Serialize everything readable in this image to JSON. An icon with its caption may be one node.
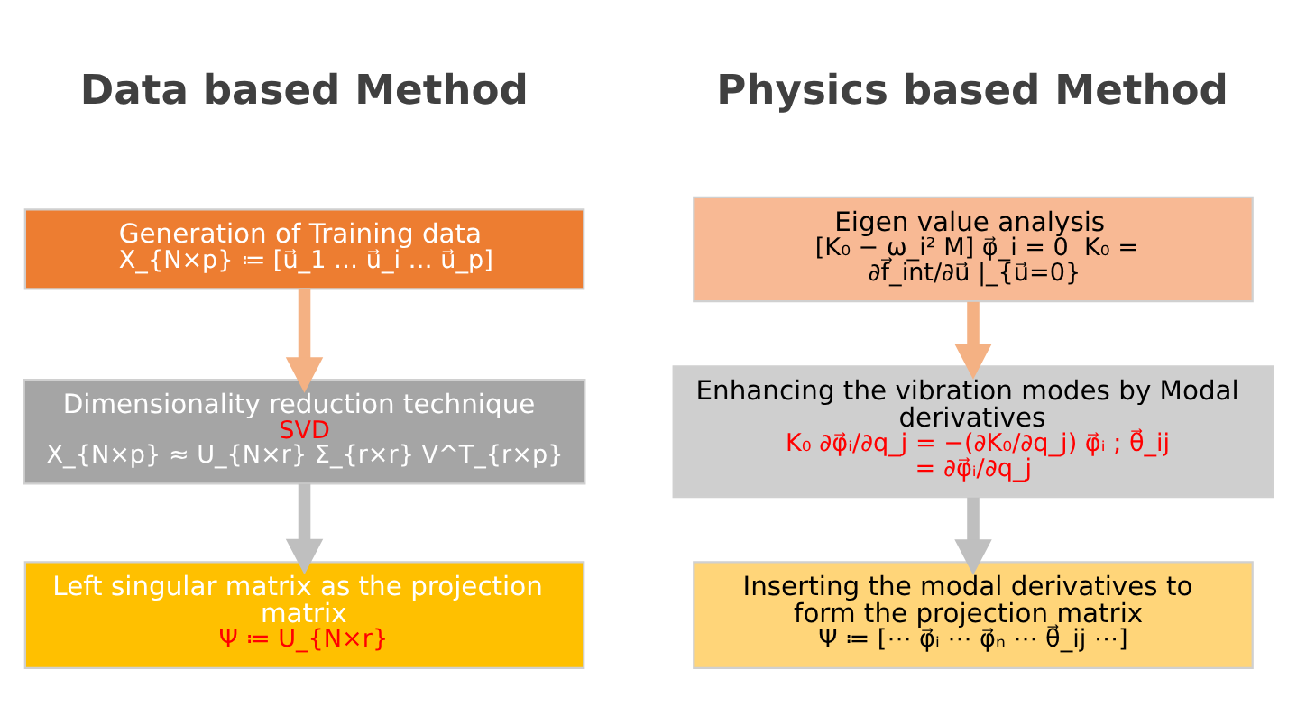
{
  "diagram": {
    "nodes": [
      {
        "text": [
          "Generation of Training data",
          "X_{N×p} ≔ [u⃗_1 … u⃗_i … u⃗_p]"
        ]
      },
      {
        "text": [
          "Dimensionality reduction technique",
          "SVD",
          "X_{N×p} ≈ U_{N×r} Σ_{r×r} V^T_{r×p}"
        ]
      },
      {
        "text": [
          "Left singular matrix as the projection matrix",
          "Ψ ≔ U_{N×r}"
        ]
      },
      {
        "text": [
          "Eigen value analysis",
          "[K₀ − ω_i² M] φ⃗_i = 0  K₀ = ∂f⃗_int/∂u⃗ |_{u⃗=0}"
        ]
      },
      {
        "text": [
          "Enhancing the vibration modes by Modal derivatives",
          "K₀ ∂φ⃗ᵢ/∂q_j = −(∂K₀/∂q_j) φ⃗ᵢ ; θ⃗_ij = ∂φ⃗ᵢ/∂q_j"
        ]
      },
      {
        "text": [
          "Inserting the modal derivatives to form the projection matrix",
          "Ψ ≔ [⋯ φ⃗ᵢ ⋯ φ⃗ₙ ⋯ θ⃗_ij ⋯]"
        ]
      }
    ],
    "edges": [
      {
        "from": 0,
        "to": 1,
        "arrow": "to",
        "color": "#f4b183"
      },
      {
        "from": 1,
        "to": 2,
        "arrow": "to",
        "color": "#bfbfbf"
      },
      {
        "from": 3,
        "to": 4,
        "arrow": "to",
        "color": "#f4b183"
      },
      {
        "from": 4,
        "to": 5,
        "arrow": "to",
        "color": "#bfbfbf"
      }
    ],
    "labels": [
      "Data based Method",
      "Physics based Method"
    ]
  }
}
